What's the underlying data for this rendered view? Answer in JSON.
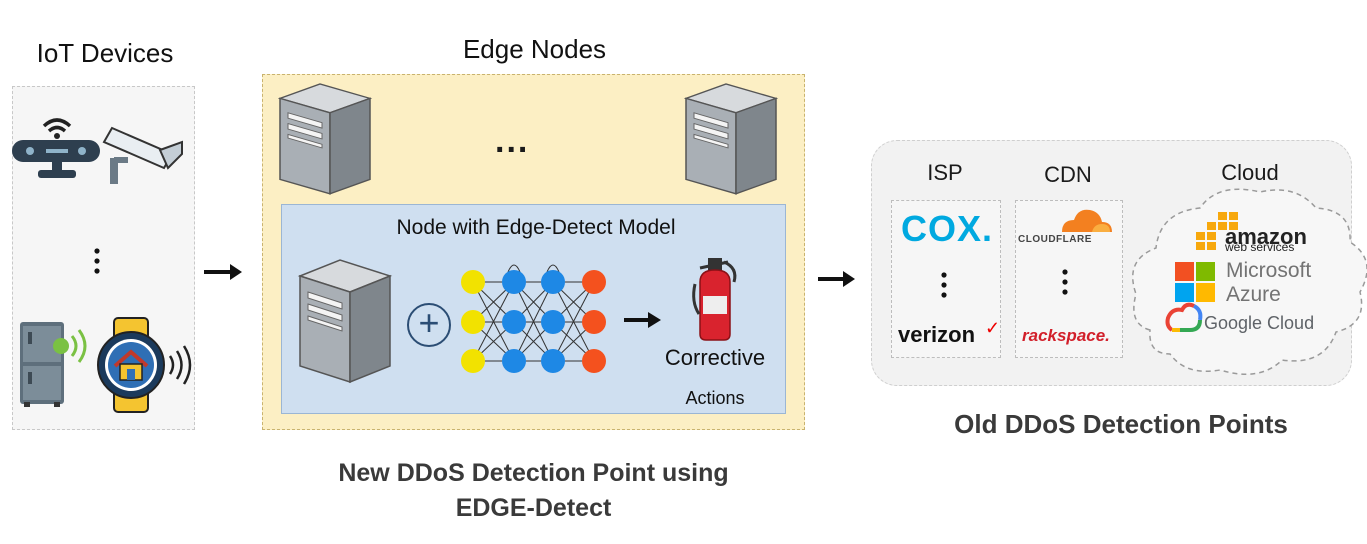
{
  "iot": {
    "title": "IoT Devices",
    "icons": [
      "wifi-router-icon",
      "security-camera-icon",
      "smart-fridge-icon",
      "smart-watch-icon"
    ]
  },
  "edge": {
    "title": "Edge Nodes",
    "ellipsis": "...",
    "model_title": "Node with Edge-Detect Model",
    "corrective": "Corrective",
    "actions": "Actions",
    "plus_symbol": "+"
  },
  "captions": {
    "new_line1": "New DDoS Detection Point using",
    "new_line2": "EDGE-Detect",
    "old": "Old DDoS Detection Points"
  },
  "old": {
    "isp_title": "ISP",
    "cdn_title": "CDN",
    "cloud_title": "Cloud",
    "isp_providers": [
      "COX.",
      "verizon"
    ],
    "cdn_providers": [
      "CLOUDFLARE",
      "rackspace."
    ],
    "cloud_providers": [
      "amazon",
      "web services",
      "Microsoft",
      "Azure",
      "Google Cloud"
    ]
  },
  "colors": {
    "edge_bg": "#fcefc4",
    "model_bg": "#cfdff0",
    "neuron_input": "#f2e200",
    "neuron_hidden": "#1e88e5",
    "neuron_output": "#f4511e",
    "cox": "#00a9e0",
    "rackspace": "#d21f2a"
  }
}
